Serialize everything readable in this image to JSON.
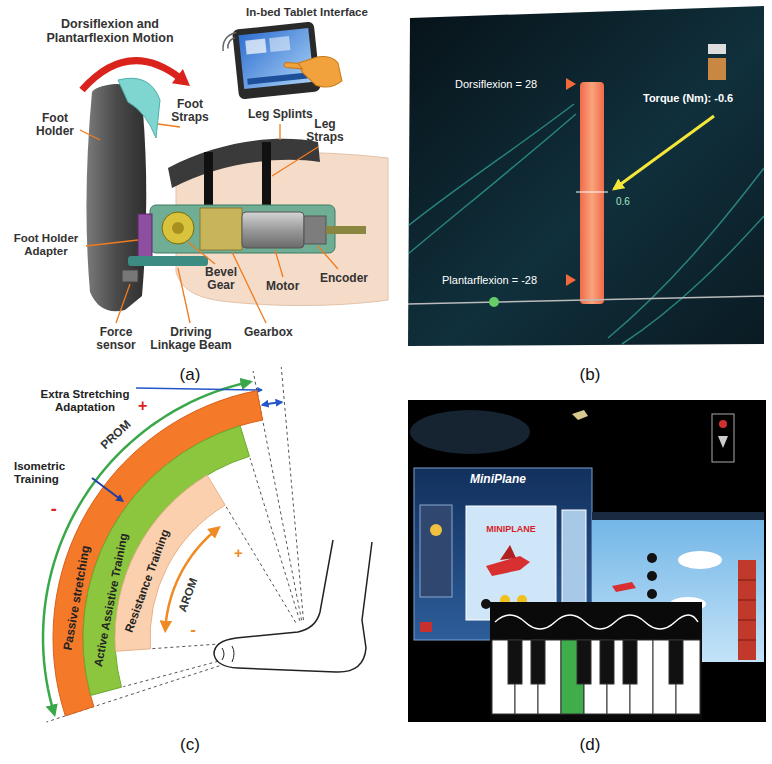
{
  "diagram": {
    "nodes": [
      {
        "text": [
          "Dorsiflexion = 28",
          "Torque (Nm): -0.6",
          "0.6",
          "Plantarflexion = -28"
        ]
      },
      {
        "text": [
          "Passive stretching"
        ]
      },
      {
        "text": [
          "Active Assistive Training"
        ]
      },
      {
        "text": [
          "Resistance Training"
        ]
      }
    ],
    "labels": [
      "Dorsiflexion and Plantarflexion Motion",
      "In-bed Tablet Interface",
      "Foot Straps",
      "Foot Holder",
      "Leg Splints",
      "Leg Straps",
      "Foot Holder Adapter",
      "Bevel Gear",
      "Motor",
      "Encoder",
      "Force sensor",
      "Driving Linkage Beam",
      "Gearbox",
      "(a)",
      "(b)",
      "Extra Stretching Adaptation",
      "Isometric Training",
      "PROM",
      "+",
      "-",
      "AROM",
      "+",
      "-",
      "(c)",
      "MiniPlane",
      "MINIPLANE",
      "(d)"
    ]
  }
}
